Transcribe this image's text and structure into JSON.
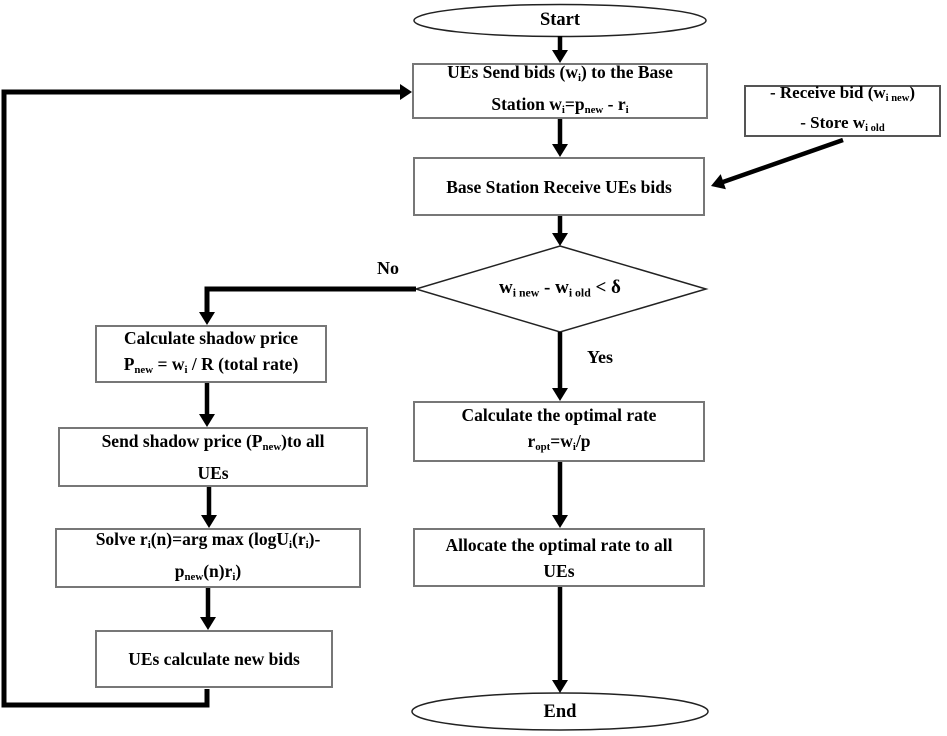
{
  "diagram": {
    "title_hint": "rate-allocation bidding flowchart",
    "nodes": {
      "start": {
        "label": "Start"
      },
      "send_bids": {
        "label": "UEs Send bids (w_{i}) to the Base\nStation w_{i}=p_{new} - r_{i}"
      },
      "receive_store": {
        "label": "- Receive bid (w_{i new})\n- Store w_{i old}"
      },
      "bs_receive": {
        "label": "Base Station Receive UEs bids"
      },
      "decision": {
        "label": "w_{i new} - w_{i old} < δ"
      },
      "calc_shadow": {
        "label": "Calculate shadow price\nP_{new} = w_{i} / R (total rate)"
      },
      "send_shadow": {
        "label": "Send shadow price (P_{new})to all\nUEs"
      },
      "solve": {
        "label": "Solve r_{i}(n)=arg max (logU_{i}(r_{i})-\np_{new}(n)r_{i})"
      },
      "ues_calc": {
        "label": "UEs calculate new bids"
      },
      "calc_opt": {
        "label": "Calculate the optimal rate\nr_{opt}=w_{i}/p"
      },
      "allocate": {
        "label": "Allocate the optimal rate to all\nUEs"
      },
      "end": {
        "label": "End"
      }
    },
    "edge_labels": {
      "no": "No",
      "yes": "Yes"
    },
    "colors": {
      "line": "#000000",
      "shape_outline": "#222222",
      "box_border": "#777777",
      "text": "#000000",
      "background": "#ffffff"
    }
  }
}
